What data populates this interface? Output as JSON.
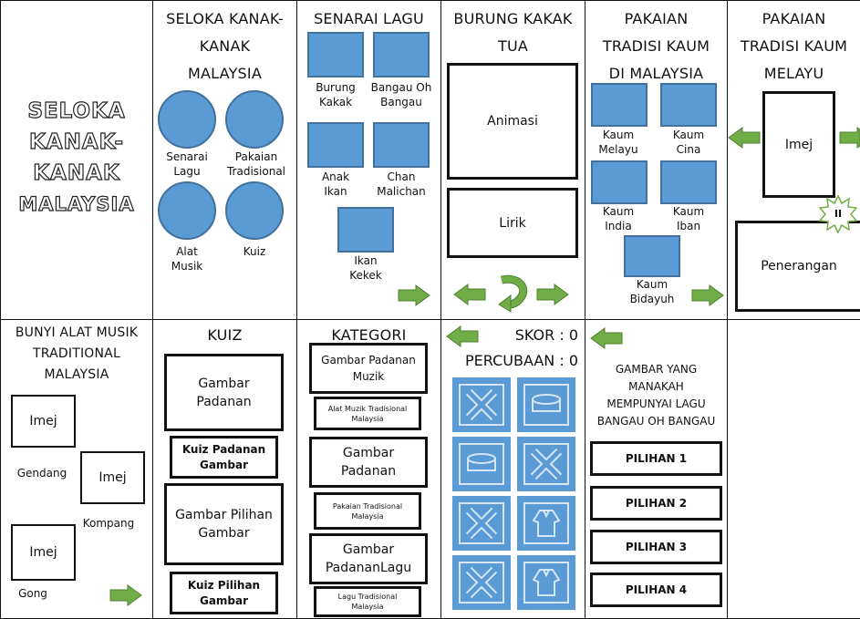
{
  "colors": {
    "node_blue": "#5b9bd5",
    "node_border": "#41719c",
    "arrow_green": "#70ad47",
    "arrow_border": "#507e32",
    "grid_line": "#111111"
  },
  "panel1": {
    "title_lines": [
      "SELOKA",
      "KANAK-",
      "KANAK",
      "MALAYSIA"
    ]
  },
  "panel2": {
    "title_lines": [
      "SELOKA KANAK-",
      "KANAK",
      "MALAYSIA"
    ],
    "items": [
      {
        "lines": [
          "Senarai",
          "Lagu"
        ]
      },
      {
        "lines": [
          "Pakaian",
          "Tradisional"
        ]
      },
      {
        "lines": [
          "Alat",
          "Musik"
        ]
      },
      {
        "lines": [
          "Kuiz"
        ]
      }
    ]
  },
  "panel3": {
    "title": "SENARAI LAGU",
    "items": [
      {
        "lines": [
          "Burung",
          "Kakak"
        ]
      },
      {
        "lines": [
          "Bangau Oh",
          "Bangau"
        ]
      },
      {
        "lines": [
          "Anak",
          "Ikan"
        ]
      },
      {
        "lines": [
          "Chan",
          "Malichan"
        ]
      },
      {
        "lines": [
          "Ikan",
          "Kekek"
        ]
      }
    ],
    "arrow_icon": "arrow-right-icon"
  },
  "panel4": {
    "title_lines": [
      "BURUNG KAKAK",
      "TUA"
    ],
    "animation_label": "Animasi",
    "lyrics_label": "Lirik",
    "icons": [
      "arrow-left-icon",
      "replay-icon",
      "arrow-right-icon"
    ]
  },
  "panel5": {
    "title_lines": [
      "PAKAIAN",
      "TRADISI KAUM",
      "DI MALAYSIA"
    ],
    "items": [
      {
        "lines": [
          "Kaum",
          "Melayu"
        ]
      },
      {
        "lines": [
          "Kaum",
          "Cina"
        ]
      },
      {
        "lines": [
          "Kaum",
          "India"
        ]
      },
      {
        "lines": [
          "Kaum",
          "Iban"
        ]
      },
      {
        "lines": [
          "Kaum",
          "Bidayuh"
        ]
      }
    ],
    "arrow_icon": "arrow-right-icon"
  },
  "panel6": {
    "title_lines": [
      "PAKAIAN",
      "TRADISI KAUM",
      "MELAYU"
    ],
    "image_label": "Imej",
    "badge": "II",
    "description_label": "Penerangan",
    "icons": [
      "arrow-left-icon",
      "arrow-right-icon",
      "pause-burst-icon"
    ]
  },
  "panel7": {
    "title_lines": [
      "BUNYI ALAT MUSIK",
      "TRADITIONAL",
      "MALAYSIA"
    ],
    "instruments": [
      {
        "image": "Imej",
        "name": "Gendang"
      },
      {
        "image": "Imej",
        "name": "Kompang"
      },
      {
        "image": "Imej",
        "name": "Gong"
      }
    ],
    "arrow_icon": "arrow-right-icon"
  },
  "panel8": {
    "title": "KUIZ",
    "boxes": [
      {
        "lines": [
          "Gambar",
          "Padanan"
        ]
      },
      {
        "lines": [
          "Kuiz Padanan",
          "Gambar"
        ]
      },
      {
        "lines": [
          "Gambar Pilihan",
          "Gambar"
        ]
      },
      {
        "lines": [
          "Kuiz Pilihan",
          "Gambar"
        ]
      }
    ]
  },
  "panel9": {
    "title": "KATEGORI",
    "boxes": [
      {
        "lines": [
          "Gambar Padanan",
          "Muzik"
        ]
      },
      {
        "lines": [
          "Alat Muzik Tradisional",
          "Malaysia"
        ]
      },
      {
        "lines": [
          "Gambar",
          "Padanan"
        ]
      },
      {
        "lines": [
          "Pakaian Tradisional",
          "Malaysia"
        ]
      },
      {
        "lines": [
          "Gambar",
          "PadananLagu"
        ]
      },
      {
        "lines": [
          "Lagu Tradisional",
          "Malaysia"
        ]
      }
    ]
  },
  "panel10": {
    "score": "SKOR : 0",
    "attempts": "PERCUBAAN : 0",
    "tiles": [
      "x-icon",
      "drum-icon",
      "drum-icon",
      "x-icon",
      "x-icon",
      "costume-icon",
      "x-icon",
      "costume-icon"
    ],
    "arrow_icon": "arrow-left-icon"
  },
  "panel11": {
    "question_lines": [
      "GAMBAR YANG",
      "MANAKAH",
      "MEMPUNYAI LAGU",
      "BANGAU OH BANGAU"
    ],
    "options": [
      "PILIHAN 1",
      "PILIHAN 2",
      "PILIHAN 3",
      "PILIHAN 4"
    ],
    "arrow_icon": "arrow-left-icon"
  }
}
